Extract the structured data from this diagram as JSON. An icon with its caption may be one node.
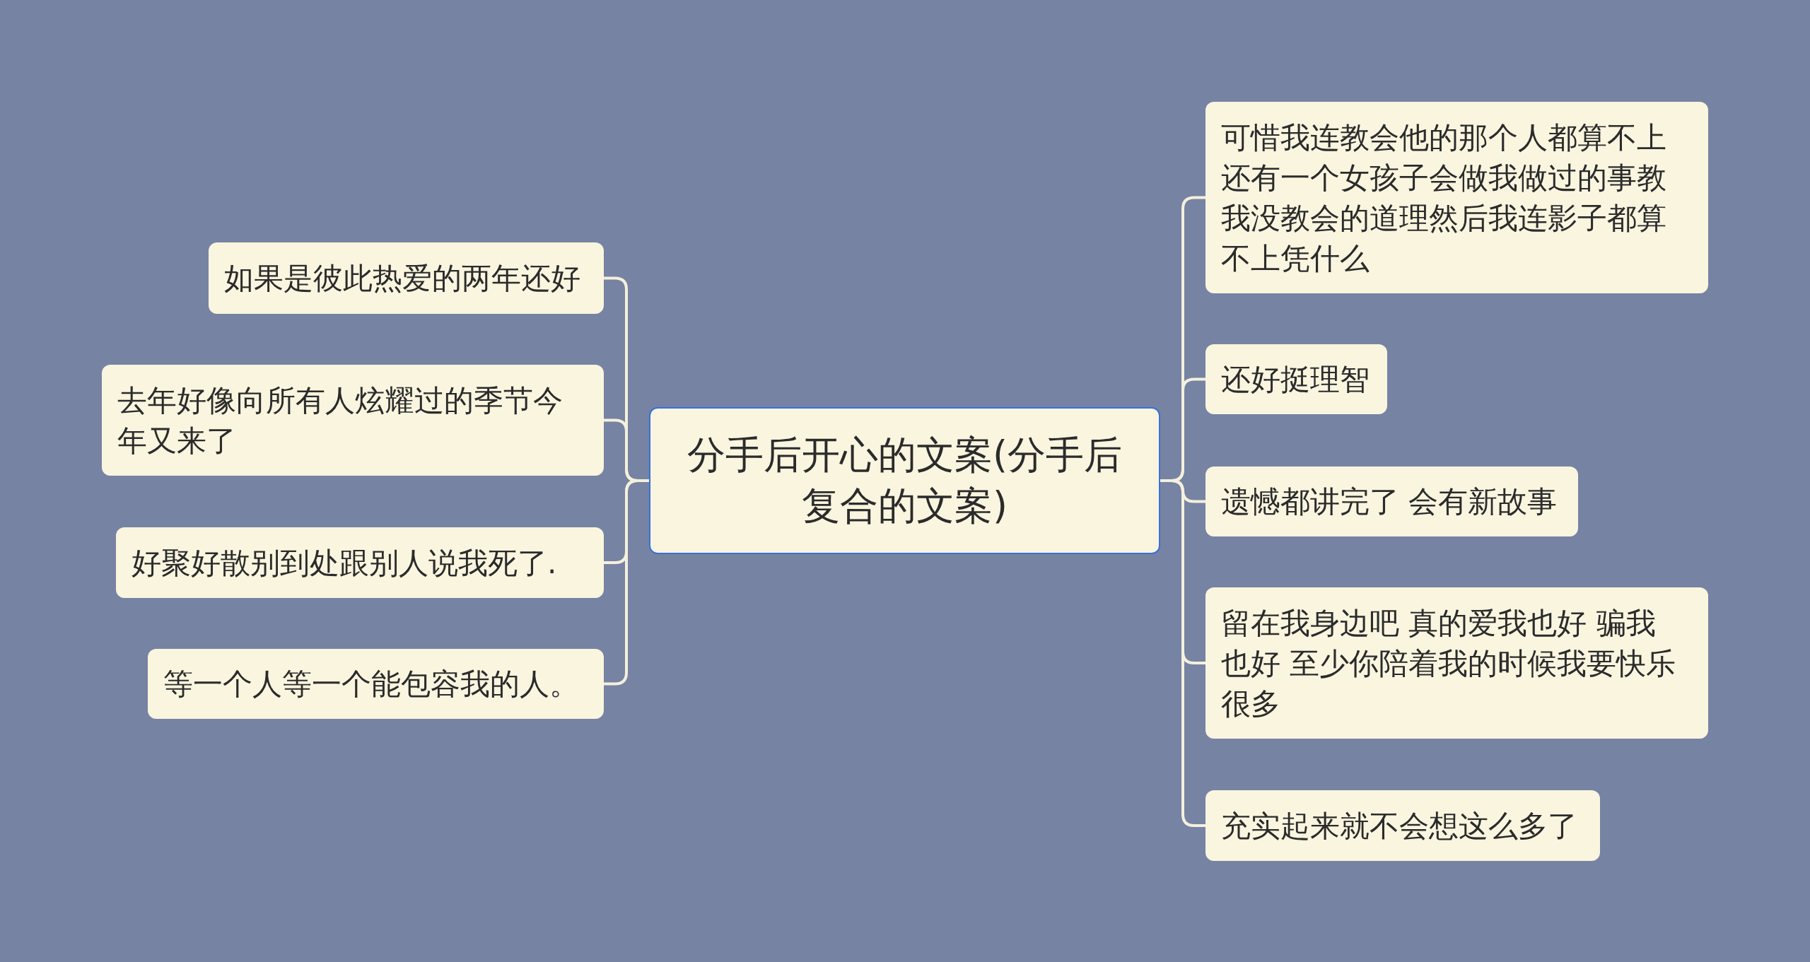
{
  "diagram": {
    "nodes": [
      {
        "text": [
          "分手后开心的文案(分手后复合的文案)"
        ]
      },
      {
        "text": [
          "如果是彼此热爱的两年还好"
        ]
      },
      {
        "text": [
          "去年好像向所有人炫耀过的季节今年又来了"
        ]
      },
      {
        "text": [
          "好聚好散别到处跟别人说我死了."
        ]
      },
      {
        "text": [
          "等一个人等一个能包容我的人。"
        ]
      },
      {
        "text": [
          "可惜我连教会他的那个人都算不上还有一个女孩子会做我做过的事教我没教会的道理然后我连影子都算不上凭什么"
        ]
      },
      {
        "text": [
          "还好挺理智"
        ]
      },
      {
        "text": [
          "遗憾都讲完了 会有新故事"
        ]
      },
      {
        "text": [
          "留在我身边吧 真的爱我也好 骗我也好 至少你陪着我的时候我要快乐很多"
        ]
      },
      {
        "text": [
          "充实起来就不会想这么多了"
        ]
      }
    ],
    "edges": [
      {
        "from": 0,
        "to": 1,
        "arrow": "none"
      },
      {
        "from": 0,
        "to": 2,
        "arrow": "none"
      },
      {
        "from": 0,
        "to": 3,
        "arrow": "none"
      },
      {
        "from": 0,
        "to": 4,
        "arrow": "none"
      },
      {
        "from": 0,
        "to": 5,
        "arrow": "none"
      },
      {
        "from": 0,
        "to": 6,
        "arrow": "none"
      },
      {
        "from": 0,
        "to": 7,
        "arrow": "none"
      },
      {
        "from": 0,
        "to": 8,
        "arrow": "none"
      },
      {
        "from": 0,
        "to": 9,
        "arrow": "none"
      }
    ]
  }
}
